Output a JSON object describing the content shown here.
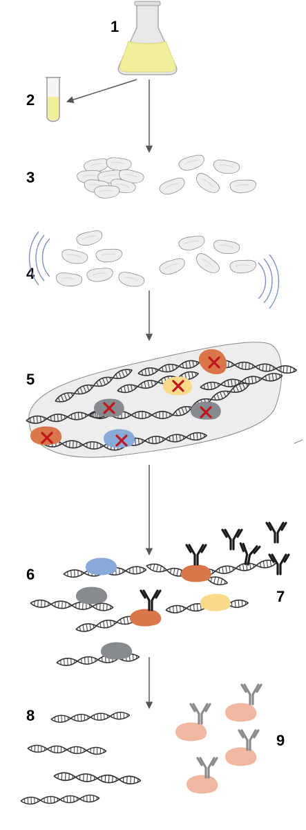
{
  "steps": [
    {
      "id": "1",
      "label": "1"
    },
    {
      "id": "2",
      "label": "2"
    },
    {
      "id": "3",
      "label": "3"
    },
    {
      "id": "4",
      "label": "4"
    },
    {
      "id": "5",
      "label": "5"
    },
    {
      "id": "6",
      "label": "6"
    },
    {
      "id": "7",
      "label": "7"
    },
    {
      "id": "8",
      "label": "8"
    },
    {
      "id": "9",
      "label": "9"
    }
  ],
  "colors": {
    "medium": "#f2ef9a",
    "glass": "#e6e6e6",
    "cell_fill": "#eeeeee",
    "cell_stroke": "#888888",
    "nucleus_fill": "#ededed",
    "dna": "#333333",
    "protein_orange": "#d9764a",
    "protein_yellow": "#fbd98b",
    "protein_gray": "#858b8f",
    "protein_blue": "#88aad8",
    "protein_pink": "#f0b8a0",
    "cross": "#c0151a",
    "antibody": "#1a1a1a",
    "antibody_gray": "#8a8a8a",
    "sound_wave": "#7a8fc2",
    "arrow": "#555555"
  },
  "icons": {
    "flask": "flask-icon",
    "test_tube": "test-tube-icon",
    "cell": "cell-icon",
    "sound_wave": "sound-wave-icon",
    "dna": "dna-helix-icon",
    "protein": "protein-blob-icon",
    "crosslink": "crosslink-x-icon",
    "antibody": "antibody-icon"
  }
}
